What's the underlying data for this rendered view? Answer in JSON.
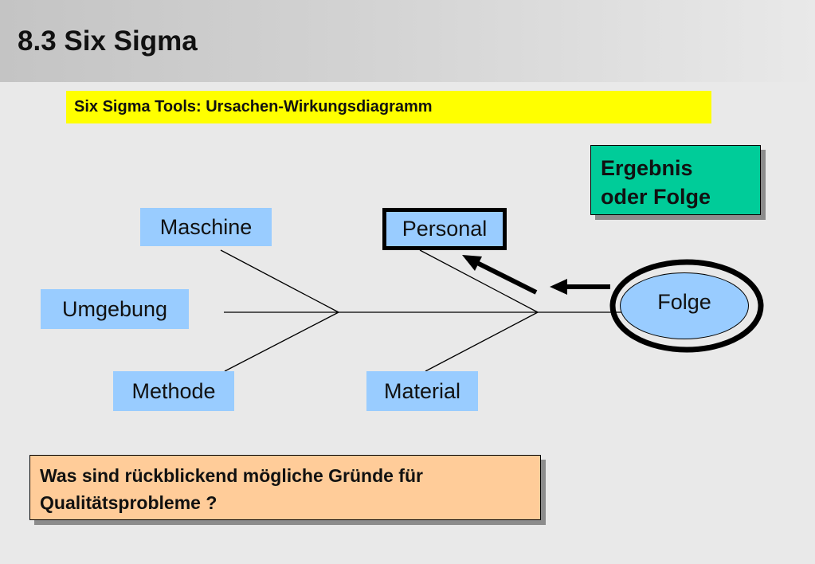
{
  "slide": {
    "title": "8.3 Six Sigma",
    "subtitle": "Six Sigma Tools: Ursachen-Wirkungsdiagramm"
  },
  "causes": {
    "maschine": "Maschine",
    "personal": "Personal",
    "umgebung": "Umgebung",
    "methode": "Methode",
    "material": "Material"
  },
  "effect": {
    "label": "Folge"
  },
  "result": {
    "line1": "Ergebnis",
    "line2": "oder Folge"
  },
  "question": {
    "line1": "Was sind rückblickend mögliche Gründe für",
    "line2": "Qualitätsprobleme ?"
  },
  "colors": {
    "subtitle_bg": "#ffff00",
    "cause_bg": "#99ccff",
    "result_bg": "#00cc99",
    "question_bg": "#ffcc99"
  }
}
